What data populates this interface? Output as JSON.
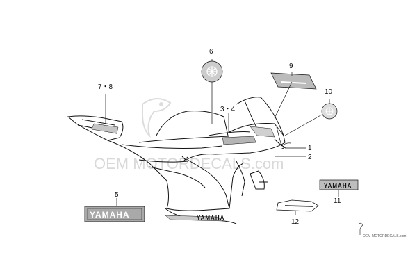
{
  "callouts": {
    "c1": "1",
    "c2": "2",
    "c34": "3・4",
    "c5": "5",
    "c6": "6",
    "c78": "7・8",
    "c9": "9",
    "c10": "10",
    "c11": "11",
    "c12": "12"
  },
  "decals": {
    "yamaha_large": "YAMAHA",
    "yamaha_small": "YAMAHA",
    "yamaha_fairing": "YAMAHA"
  },
  "watermark": {
    "main": "OEM MOTORDECALS.com",
    "footer": "OEM-MOTORDECALS.com"
  },
  "colors": {
    "line": "#111111",
    "watermark": "#d9d9d9",
    "decal_gray": "#8c8c8c"
  }
}
